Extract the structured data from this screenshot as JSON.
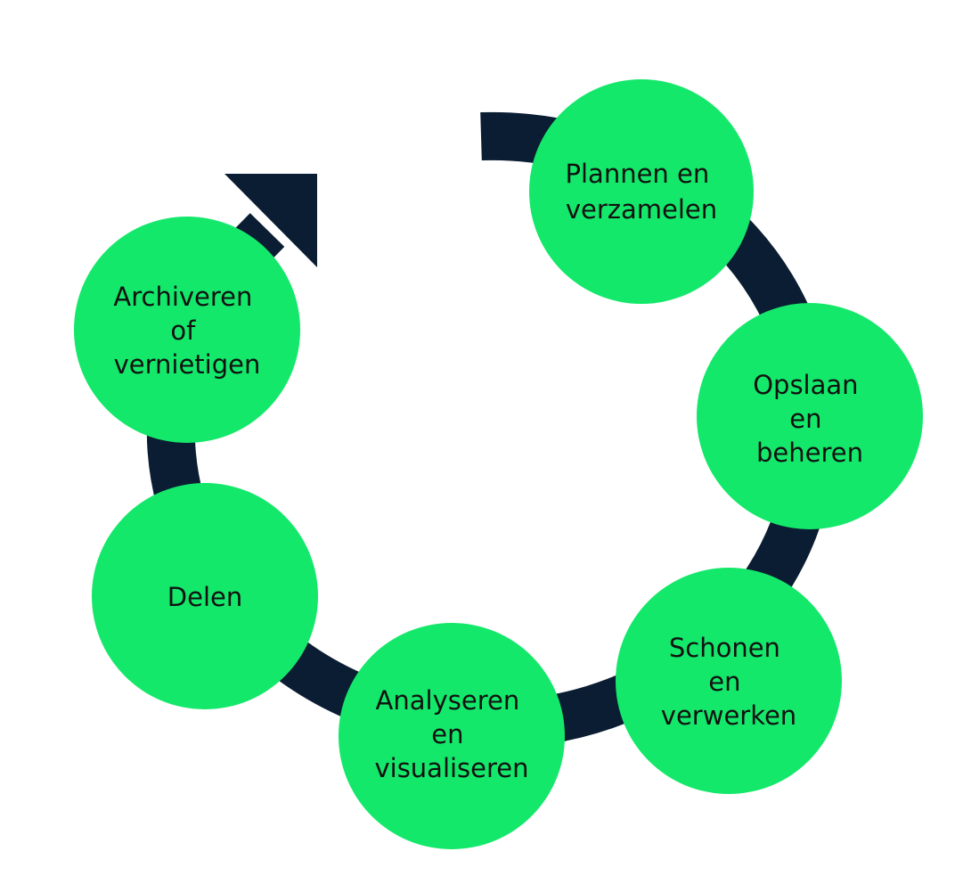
{
  "colors": {
    "ring": "#0b1d33",
    "stage_fill": "#14e86a",
    "label_text": "#111111",
    "background": "#ffffff"
  },
  "stages": [
    {
      "id": "plannen",
      "lines": [
        "Plannen en",
        "verzamelen"
      ]
    },
    {
      "id": "opslaan",
      "lines": [
        "Opslaan",
        "en",
        "beheren"
      ]
    },
    {
      "id": "schonen",
      "lines": [
        "Schonen",
        "en",
        "verwerken"
      ]
    },
    {
      "id": "analyseren",
      "lines": [
        "Analyseren",
        "en",
        "visualiseren"
      ]
    },
    {
      "id": "delen",
      "lines": [
        "Delen"
      ]
    },
    {
      "id": "archiveren",
      "lines": [
        "Archiveren",
        "of",
        "vernietigen"
      ]
    }
  ]
}
